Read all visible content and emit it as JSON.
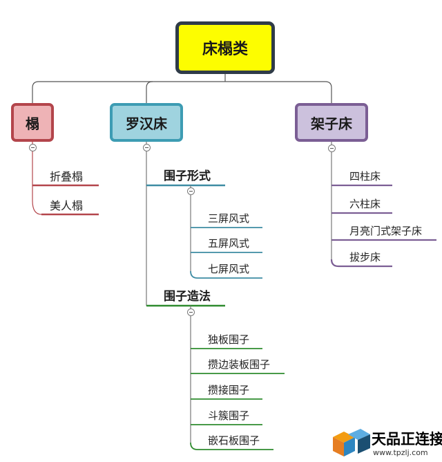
{
  "root": "床榻类",
  "branches": {
    "ta": {
      "label": "榻",
      "items": [
        "折叠榻",
        "美人榻"
      ],
      "color": "#b3454b"
    },
    "luohan": {
      "label": "罗汉床",
      "color": "#3d9cb3",
      "groups": [
        {
          "label": "围子形式",
          "items": [
            "三屏风式",
            "五屏风式",
            "七屏风式"
          ],
          "color": "#3d8ca3"
        },
        {
          "label": "围子造法",
          "items": [
            "独板围子",
            "攒边装板围子",
            "攒接围子",
            "斗簇围子",
            "嵌石板围子"
          ],
          "color": "#2e8b2e"
        }
      ]
    },
    "jiazi": {
      "label": "架子床",
      "items": [
        "四柱床",
        "六柱床",
        "月亮门式架子床",
        "拔步床"
      ],
      "color": "#7b5e94"
    }
  },
  "watermark": {
    "text": "天品正连接",
    "url": "www.tpzlj.com"
  }
}
